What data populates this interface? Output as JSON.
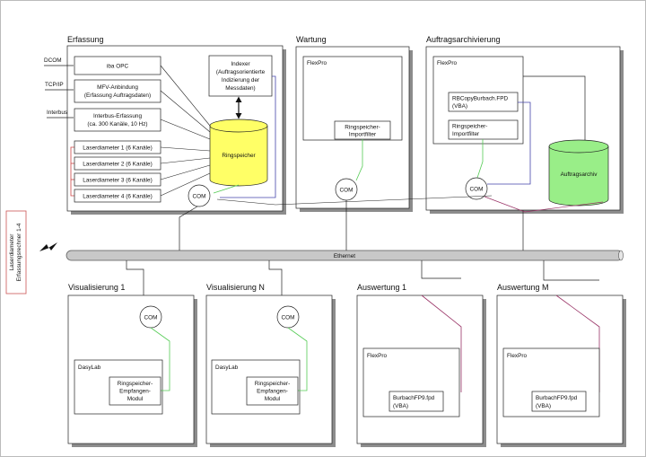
{
  "sections": {
    "erfassung": "Erfassung",
    "wartung": "Wartung",
    "auftragsarchivierung": "Auftragsarchivierung",
    "visualisierung1": "Visualisierung 1",
    "visualisierungN": "Visualisierung N",
    "auswertung1": "Auswertung 1",
    "auswertungM": "Auswertung M"
  },
  "inputs": {
    "dcom": "DCOM",
    "tcpip": "TCP/IP",
    "interbus": "Interbus"
  },
  "erfassung": {
    "iba_opc": "iba OPC",
    "mfv_line1": "MFV-Anbindung",
    "mfv_line2": "(Erfassung Auftragsdaten)",
    "interbus_line1": "Interbus-Erfassung",
    "interbus_line2": "(ca. 300 Kanäle, 10 Hz)",
    "laser1": "Laserdiameter 1 (6 Kanäle)",
    "laser2": "Laserdiameter 2 (6 Kanäle)",
    "laser3": "Laserdiameter 3 (6 Kanäle)",
    "laser4": "Laserdiameter 4 (6 Kanäle)",
    "indexer_line1": "Indexer",
    "indexer_line2": "(Auftragsorientierte",
    "indexer_line3": "Indizierung der",
    "indexer_line4": "Messdaten)",
    "ringspeicher": "Ringspeicher",
    "com": "COM"
  },
  "wartung": {
    "flexpro": "FlexPro",
    "filter_line1": "Ringspeicher-",
    "filter_line2": "Importfilter",
    "com": "COM"
  },
  "archiv": {
    "flexpro": "FlexPro",
    "rbcopy_line1": "RBCopyBurbach.FPD",
    "rbcopy_line2": "(VBA)",
    "filter_line1": "Ringspeicher-",
    "filter_line2": "Importfilter",
    "com": "COM",
    "auftragsarchiv": "Auftragsarchiv"
  },
  "ethernet": "Ethernet",
  "side_label": {
    "line1": "Laserdiameter",
    "line2": "Erfassungsrechner 1-4"
  },
  "vis": {
    "com": "COM",
    "dasylab": "DasyLab",
    "module_line1": "Ringspeicher-",
    "module_line2": "Empfangen-",
    "module_line3": "Modul"
  },
  "ausw": {
    "flexpro": "FlexPro",
    "file_line1": "BurbachFP9.fpd",
    "file_line2": "(VBA)"
  },
  "colors": {
    "ringspeicher_fill": "#ffff66",
    "auftragsarchiv_fill": "#99ee88",
    "green_line": "#55cc55",
    "blue_line": "#4444aa",
    "purple_line": "#993366",
    "red_line": "#cc4444",
    "bus_fill": "#c8c8c8"
  },
  "icons": [
    "lightning-icon",
    "double-arrow-icon"
  ]
}
